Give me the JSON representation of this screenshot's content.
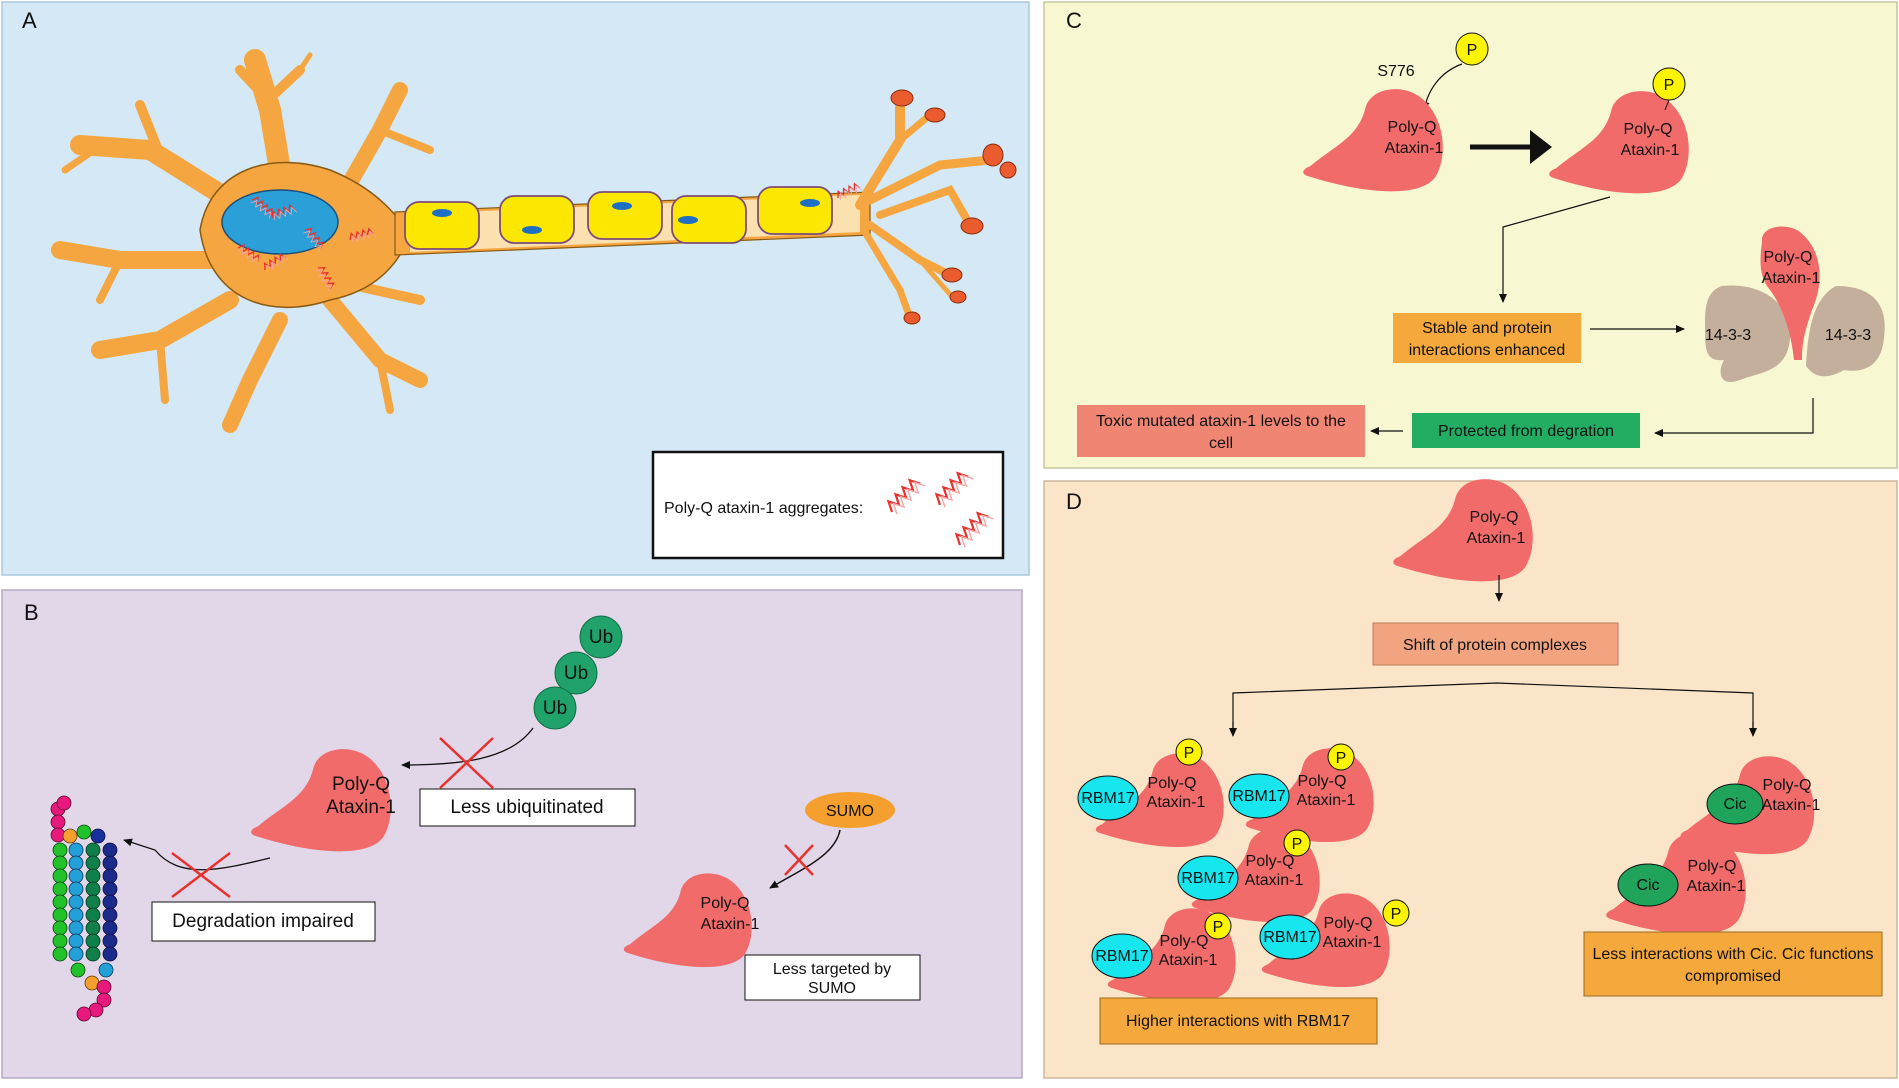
{
  "panels": {
    "a": {
      "letter": "A",
      "legend_label": "Poly-Q ataxin-1 aggregates:"
    },
    "b": {
      "letter": "B",
      "ub": [
        "Ub",
        "Ub",
        "Ub"
      ],
      "protein": [
        "Poly-Q",
        "Ataxin-1"
      ],
      "less_ubiquitinated": "Less ubiquitinated",
      "degradation_impaired": "Degradation impaired",
      "sumo": "SUMO",
      "protein_sumo": [
        "Poly-Q",
        "Ataxin-1"
      ],
      "less_targeted": [
        "Less targeted by",
        "SUMO"
      ]
    },
    "c": {
      "letter": "C",
      "site": "S776",
      "phospho": "P",
      "protein_left": [
        "Poly-Q",
        "Ataxin-1"
      ],
      "protein_right": [
        "Poly-Q",
        "Ataxin-1"
      ],
      "stable_box": [
        "Stable and protein",
        "interactions enhanced"
      ],
      "partner": "14-3-3",
      "complex_protein": [
        "Poly-Q",
        "Ataxin-1"
      ],
      "protected_box": "Protected from degration",
      "toxic_box": [
        "Toxic mutated ataxin-1 levels to the",
        "cell"
      ]
    },
    "d": {
      "letter": "D",
      "protein_top": [
        "Poly-Q",
        "Ataxin-1"
      ],
      "shift_box": "Shift of protein complexes",
      "rbm17": "RBM17",
      "cic": "Cic",
      "phospho": "P",
      "complex_protein": [
        "Poly-Q",
        "Ataxin-1"
      ],
      "higher_box": "Higher interactions with RBM17",
      "less_box": [
        "Less interactions with Cic. Cic functions",
        "compromised"
      ]
    }
  },
  "colors": {
    "panel_a_bg": "#d4e9f5",
    "panel_b_bg": "#e2d7e8",
    "panel_c_bg": "#f7f7d2",
    "panel_d_bg": "#fbe5c9",
    "ataxin": "#f16b6b",
    "neuron": "#f5a640",
    "nucleus": "#2b9fd8",
    "myelin": "#fbe700",
    "ub": "#1fa36a",
    "sumo": "#f5a02e",
    "phospho": "#fcf400",
    "rbm17": "#17e6ef",
    "cic": "#20a45c",
    "partner_14_3_3": "#c4af9c",
    "orange_box": "#f5a83c",
    "green_box": "#22ad63",
    "salmon_box": "#f08574",
    "peach_box": "#f2a481"
  }
}
